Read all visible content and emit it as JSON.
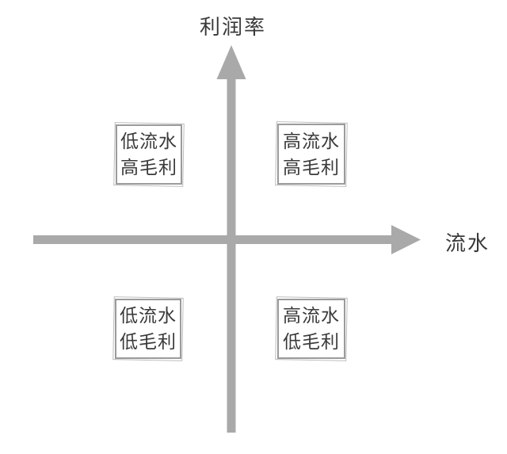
{
  "diagram": {
    "type": "quadrant-matrix",
    "y_axis": {
      "label": "利润率",
      "direction": "up"
    },
    "x_axis": {
      "label": "流水",
      "direction": "right"
    },
    "quadrants": [
      {
        "position": "top-left",
        "line1": "低流水",
        "line2": "高毛利"
      },
      {
        "position": "top-right",
        "line1": "高流水",
        "line2": "高毛利"
      },
      {
        "position": "bottom-left",
        "line1": "低流水",
        "line2": "低毛利"
      },
      {
        "position": "bottom-right",
        "line1": "高流水",
        "line2": "低毛利"
      }
    ],
    "icons": {
      "up-arrow-icon": "vertical axis arrow pointing up",
      "right-arrow-icon": "horizontal axis arrow pointing right"
    },
    "colors": {
      "axis": "#a9a9a9",
      "box_border": "#9b9b9b",
      "text": "#3a3a3a",
      "background": "#ffffff"
    }
  }
}
